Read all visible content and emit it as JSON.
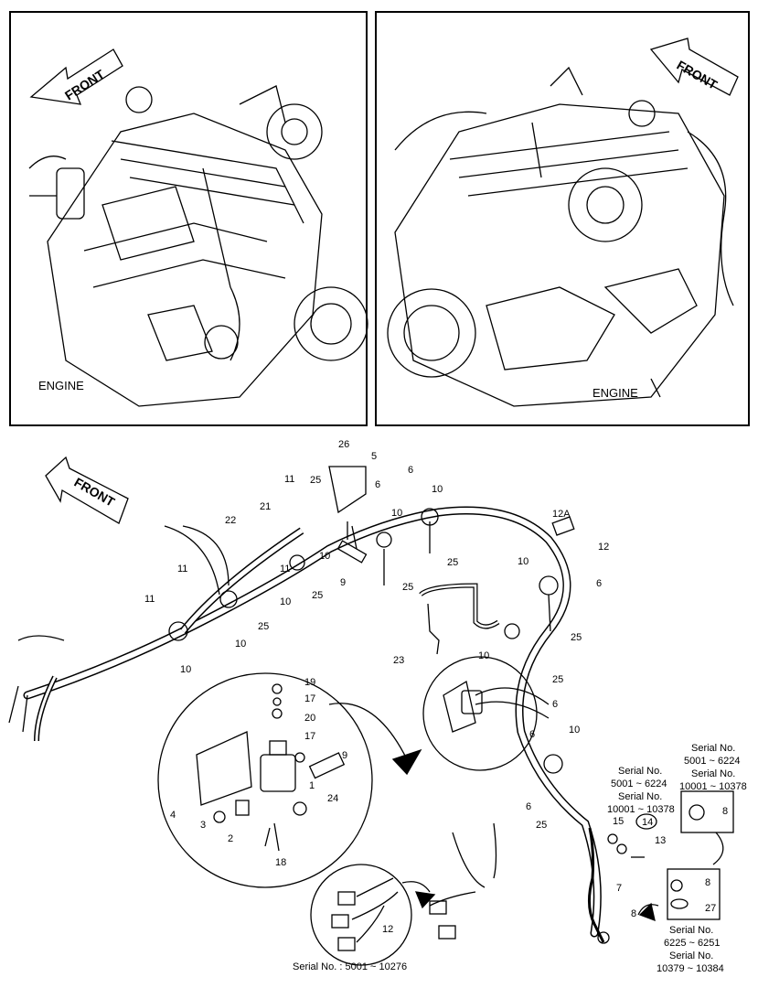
{
  "panels": {
    "left_engine_label": "ENGINE",
    "right_engine_label": "ENGINE",
    "front_label": "FRONT"
  },
  "callouts": [
    "26",
    "5",
    "6",
    "6",
    "11",
    "25",
    "10",
    "10",
    "12A",
    "12",
    "22",
    "21",
    "11",
    "10",
    "9",
    "25",
    "10",
    "6",
    "25",
    "11",
    "25",
    "25",
    "11",
    "10",
    "23",
    "10",
    "25",
    "6",
    "10",
    "25",
    "10",
    "19",
    "17",
    "20",
    "17",
    "9",
    "1",
    "24",
    "4",
    "3",
    "2",
    "18",
    "6",
    "10",
    "25",
    "15",
    "14",
    "13",
    "8",
    "7",
    "8",
    "27",
    "12"
  ],
  "serial_notes": {
    "mid_line1": "Serial No.",
    "mid_line2": "5001 ~ 6224",
    "mid_line3": "Serial No.",
    "mid_line4": "10001 ~ 10378",
    "top_right_line1": "Serial No.",
    "top_right_line2": "5001 ~ 6224",
    "top_right_line3": "Serial No.",
    "top_right_line4": "10001 ~ 10378",
    "bottom_right_line1": "Serial No.",
    "bottom_right_line2": "6225 ~ 6251",
    "bottom_right_line3": "Serial No.",
    "bottom_right_line4": "10379 ~ 10384",
    "bottom_center": "Serial No. : 5001 ~ 10276"
  }
}
